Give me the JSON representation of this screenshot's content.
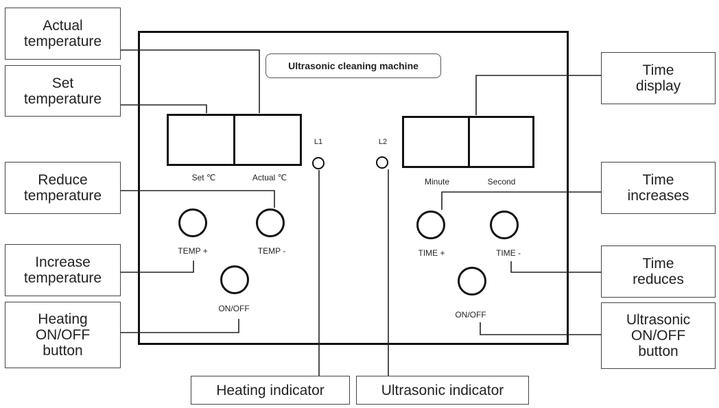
{
  "panel": {
    "title": "Ultrasonic cleaning machine",
    "set_label": "Set ℃",
    "actual_label": "Actual ℃",
    "minute_label": "Minute",
    "second_label": "Second",
    "l1_label": "L1",
    "l2_label": "L2",
    "temp_plus_label": "TEMP +",
    "temp_minus_label": "TEMP -",
    "time_plus_label": "TIME +",
    "time_minus_label": "TIME -",
    "heat_onoff_label": "ON/OFF",
    "ultra_onoff_label": "ON/OFF"
  },
  "callouts": {
    "actual_temperature": "Actual\ntemperature",
    "set_temperature": "Set\ntemperature",
    "reduce_temperature": "Reduce\ntemperature",
    "increase_temperature": "Increase\ntemperature",
    "heating_onoff_button": "Heating\nON/OFF\nbutton",
    "time_display": "Time\ndisplay",
    "time_increases": "Time\nincreases",
    "time_reduces": "Time\nreduces",
    "ultrasonic_onoff_button": "Ultrasonic\nON/OFF\nbutton",
    "heating_indicator": "Heating indicator",
    "ultrasonic_indicator": "Ultrasonic indicator"
  }
}
